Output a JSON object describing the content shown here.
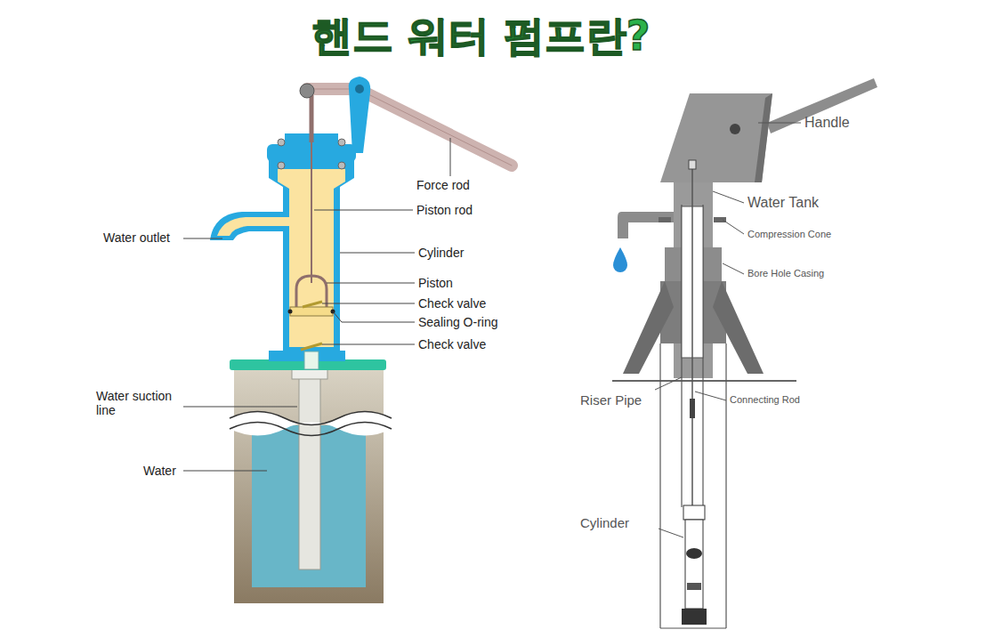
{
  "diagram": {
    "title": "핸드 워터 펌프란?",
    "labels": [
      "Force rod",
      "Piston rod",
      "Water outlet",
      "Cylinder",
      "Piston",
      "Check valve",
      "Sealing O-ring",
      "Check valve",
      "Water suction line",
      "Water",
      "Handle",
      "Water Tank",
      "Compression Cone",
      "Bore Hole Casing",
      "Riser Pipe",
      "Connecting Rod",
      "Cylinder"
    ]
  }
}
